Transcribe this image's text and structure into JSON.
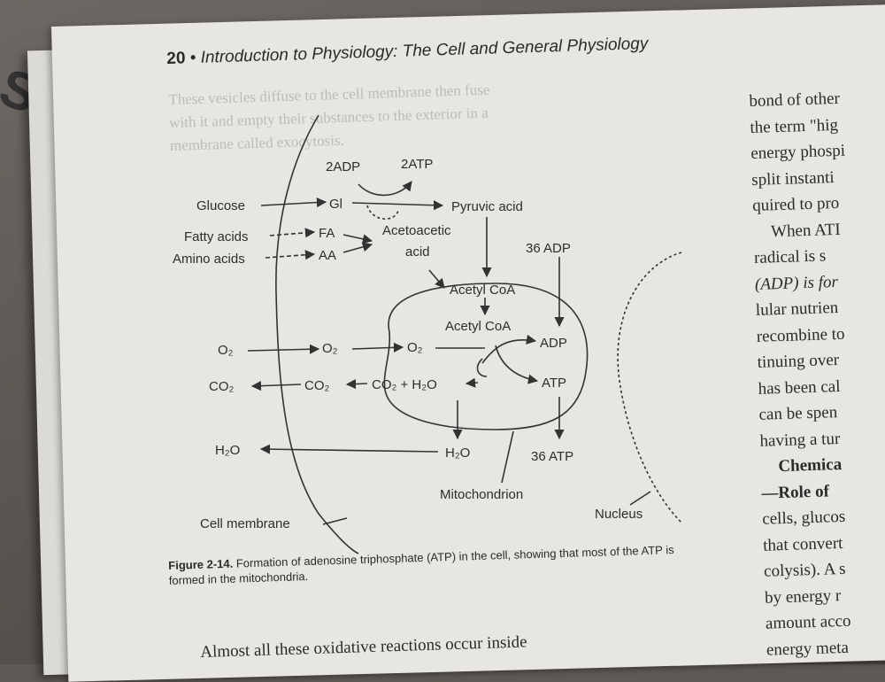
{
  "header": {
    "page_number": "20",
    "separator": "•",
    "book_title": "Introduction to Physiology: The Cell and General Physiology"
  },
  "figure": {
    "labels": {
      "adp2": "2ADP",
      "atp2": "2ATP",
      "glucose": "Glucose",
      "gl": "Gl",
      "pyruvic": "Pyruvic acid",
      "fatty_acids": "Fatty acids",
      "amino_acids": "Amino acids",
      "fa": "FA",
      "aa": "AA",
      "acetoacetic1": "Acetoacetic",
      "acetoacetic2": "acid",
      "adp36": "36 ADP",
      "acetylcoa1": "Acetyl CoA",
      "acetylcoa2": "Acetyl CoA",
      "o2a": "O₂",
      "o2b": "O₂",
      "o2c": "O₂",
      "adp": "ADP",
      "co2a": "CO₂",
      "co2b": "CO₂",
      "co2h2o": "CO₂ + H₂O",
      "atp": "ATP",
      "h2oa": "H₂O",
      "h2ob": "H₂O",
      "atp36": "36 ATP",
      "mitochondrion": "Mitochondrion",
      "nucleus": "Nucleus",
      "cell_membrane": "Cell membrane"
    },
    "caption_label": "Figure 2-14.",
    "caption_text": "Formation of adenosine triphosphate (ATP) in the cell, showing that most of the ATP is formed in the mitochondria."
  },
  "right_column": {
    "lines": [
      "bond of other",
      "the term \"hig",
      "energy phospi",
      "split instanti",
      "quired to pro",
      "When ATI",
      "radical is s",
      "(ADP) is for",
      "lular nutrien",
      "recombine to",
      "tinuing over",
      "has been cal",
      "can be spen",
      "having a tur",
      "Chemica",
      "—Role of",
      "cells, glucos",
      "that convert",
      "colysis). A s",
      "by energy r",
      "amount acco",
      "energy meta"
    ]
  },
  "ghost_text": [
    "These vesicles diffuse to the cell membrane then fuse",
    "with it and empty their substances to the exterior in a",
    "membrane called exocytosis."
  ],
  "bottom_line": "Almost all these oxidative reactions occur inside"
}
